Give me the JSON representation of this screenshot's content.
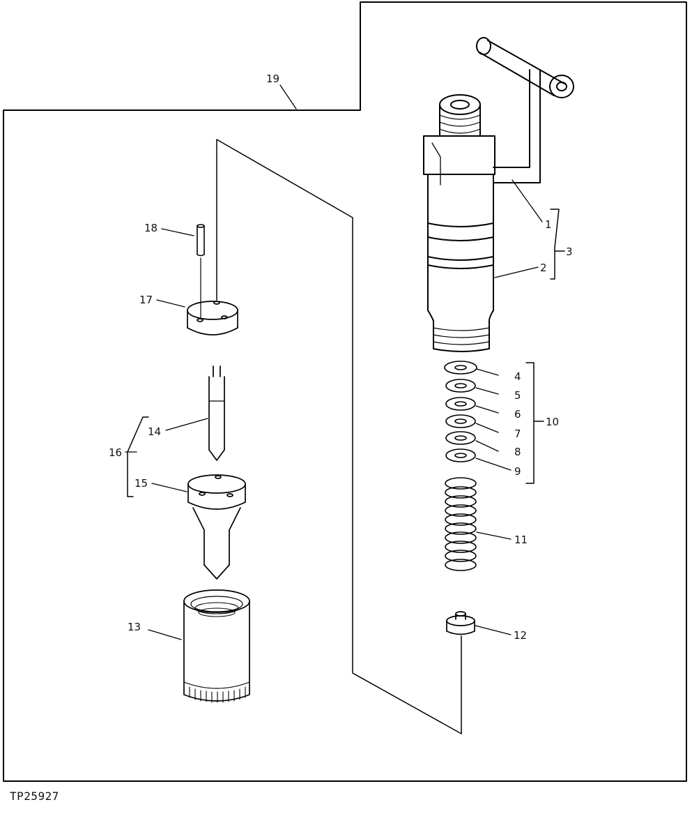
{
  "figure_code": "TP25927",
  "callouts": {
    "c1": "1",
    "c2": "2",
    "c3": "3",
    "c4": "4",
    "c5": "5",
    "c6": "6",
    "c7": "7",
    "c8": "8",
    "c9": "9",
    "c10": "10",
    "c11": "11",
    "c12": "12",
    "c13": "13",
    "c14": "14",
    "c15": "15",
    "c16": "16",
    "c17": "17",
    "c18": "18",
    "c19": "19"
  }
}
